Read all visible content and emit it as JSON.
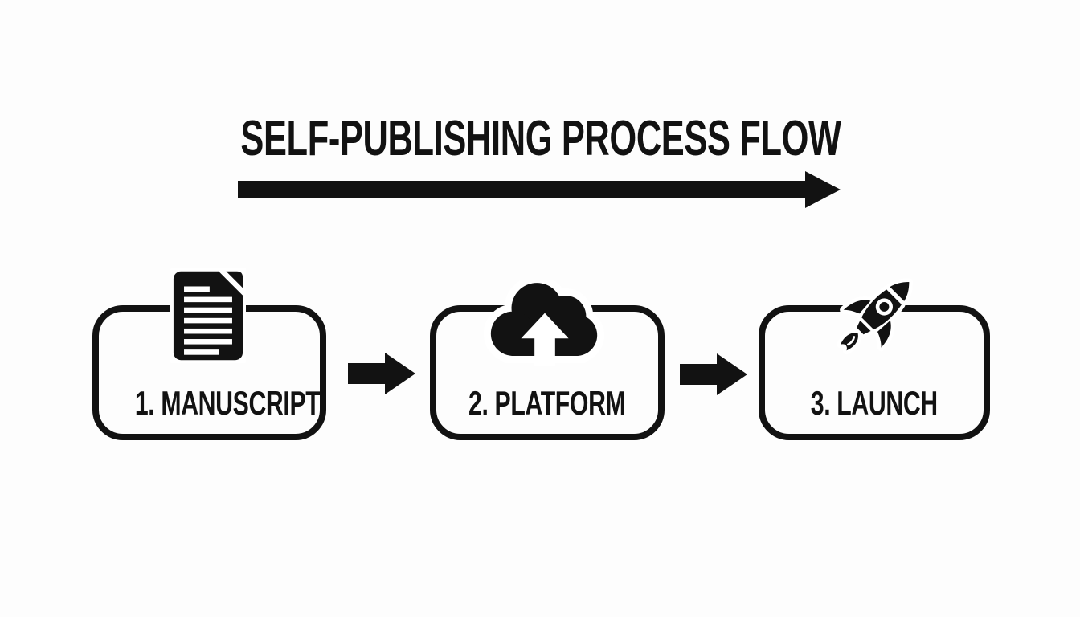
{
  "title": "SELF-PUBLISHING PROCESS FLOW",
  "colors": {
    "ink": "#121212",
    "background": "#fdfdfd"
  },
  "flow_arrow_icon": "arrow-right-icon",
  "steps": [
    {
      "label": "1. MANUSCRIPT",
      "icon": "document-icon"
    },
    {
      "label": "2. PLATFORM",
      "icon": "cloud-upload-icon"
    },
    {
      "label": "3. LAUNCH",
      "icon": "rocket-icon"
    }
  ],
  "connector_icon": "arrow-right-icon"
}
